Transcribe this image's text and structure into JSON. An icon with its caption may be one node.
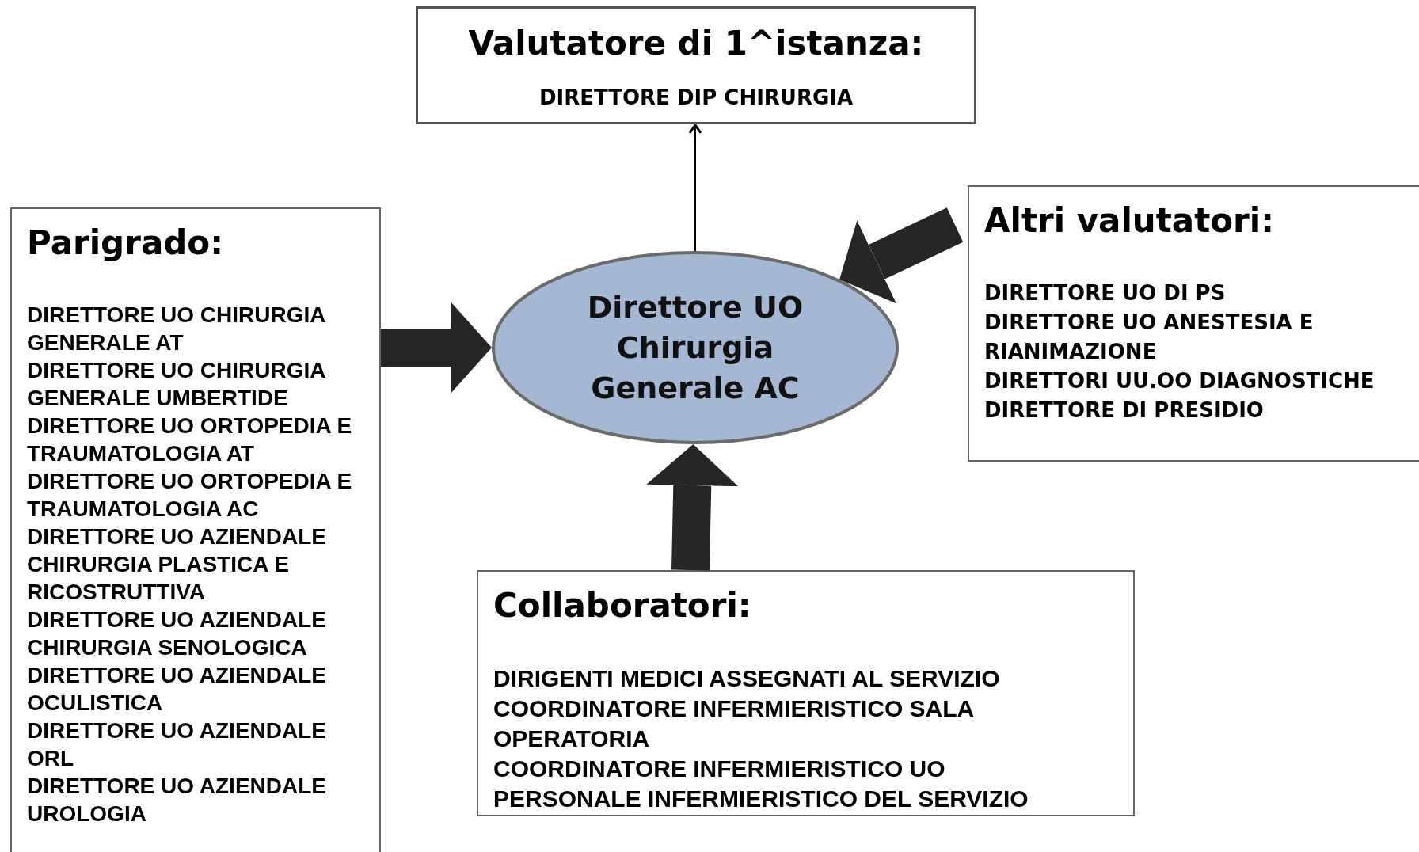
{
  "diagram": {
    "nodes": [
      {
        "text": [
          "Valutatore di 1^istanza:",
          "DIRETTORE DIP CHIRURGIA"
        ]
      },
      {
        "text": [
          "Parigrado:",
          "DIRETTORE UO CHIRURGIA GENERALE AT",
          "DIRETTORE UO CHIRURGIA GENERALE UMBERTIDE",
          "DIRETTORE UO ORTOPEDIA E TRAUMATOLOGIA AT",
          "DIRETTORE UO ORTOPEDIA E TRAUMATOLOGIA AC",
          "DIRETTORE UO AZIENDALE CHIRURGIA PLASTICA E RICOSTRUTTIVA",
          "DIRETTORE UO AZIENDALE CHIRURGIA SENOLOGICA",
          "DIRETTORE UO AZIENDALE OCULISTICA",
          "DIRETTORE UO AZIENDALE ORL",
          "DIRETTORE UO AZIENDALE UROLOGIA"
        ]
      },
      {
        "text": [
          "Direttore UO Chirurgia Generale AC"
        ]
      },
      {
        "text": [
          "Altri valutatori:",
          "DIRETTORE UO DI PS",
          "DIRETTORE UO ANESTESIA E RIANIMAZIONE",
          "DIRETTORI UU.OO DIAGNOSTICHE",
          "DIRETTORE DI PRESIDIO"
        ]
      },
      {
        "text": [
          "Collaboratori:",
          "DIRIGENTI MEDICI ASSEGNATI AL SERVIZIO",
          "COORDINATORE INFERMIERISTICO SALA OPERATORIA",
          "COORDINATORE INFERMIERISTICO UO",
          "PERSONALE INFERMIERISTICO DEL SERVIZIO"
        ]
      }
    ],
    "edges": [
      {
        "from": 2,
        "to": 0,
        "arrow": "to"
      },
      {
        "from": 1,
        "to": 2,
        "arrow": "to"
      },
      {
        "from": 3,
        "to": 2,
        "arrow": "to"
      },
      {
        "from": 4,
        "to": 2,
        "arrow": "to"
      }
    ]
  }
}
